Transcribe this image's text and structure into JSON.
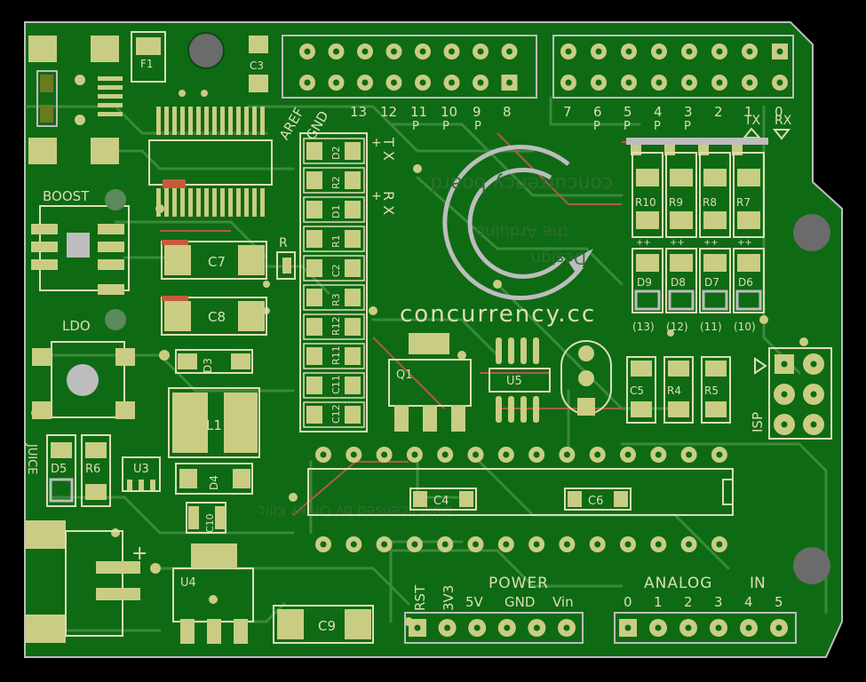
{
  "colors": {
    "background": "#000000",
    "board": "#0f6a14",
    "copper_trace": "#3a8a3a",
    "bottom_trace": "#b05a4a",
    "pad": "#c9cd83",
    "silkscreen": "#dedeb8",
    "outline": "#bdbdbd"
  },
  "board": {
    "brand": "concurrency.cc",
    "ghost_text_1": "concurrency board",
    "ghost_text_2": "the Arduino",
    "ghost_text_3": "Design",
    "ghost_credit": "Dual licensed by Omer Kilic",
    "header_top_left_labels": [
      "AREF",
      "GND",
      "13",
      "12",
      "11",
      "10",
      "9",
      "8"
    ],
    "header_top_left_sublabels": [
      "P",
      "P",
      "P"
    ],
    "header_top_right_labels": [
      "7",
      "6",
      "5",
      "4",
      "3",
      "2",
      "1",
      "0"
    ],
    "header_top_right_sublabels": [
      "P",
      "P",
      "P",
      "P"
    ],
    "tx_label": "TX",
    "rx_label": "RX",
    "tx_side": "T X",
    "rx_side": "R X",
    "side_marks": [
      "+",
      "+"
    ],
    "power_title": "POWER",
    "power_pins": [
      "RST",
      "3V3",
      "5V",
      "GND",
      "Vin"
    ],
    "analog_title": "ANALOG",
    "analog_in": "IN",
    "analog_pins": [
      "0",
      "1",
      "2",
      "3",
      "4",
      "5"
    ],
    "isp_label": "ISP",
    "juice_label": "JUICE",
    "boost_label": "BOOST",
    "ldo_label": "LDO",
    "plus_sign": "+",
    "reset_label": "R",
    "led_pins": [
      "(13)",
      "(12)",
      "(11)",
      "(10)"
    ],
    "components": {
      "f1": "F1",
      "c3": "C3",
      "c7": "C7",
      "c8": "C8",
      "d3": "D3",
      "l1": "L1",
      "u3": "U3",
      "d4": "D4",
      "c10": "C10",
      "u4": "U4",
      "c9": "C9",
      "d5": "D5",
      "r6": "R6",
      "q1": "Q1",
      "u5": "U5",
      "c4": "C4",
      "c6": "C6",
      "c5": "C5",
      "r4": "R4",
      "r5": "R5",
      "r10": "R10",
      "r9": "R9",
      "r8": "R8",
      "r7": "R7",
      "d9": "D9",
      "d8": "D8",
      "d7": "D7",
      "d6": "D6",
      "column": [
        "D2",
        "R2",
        "D1",
        "R1",
        "C2",
        "R3",
        "R12",
        "R11",
        "C11",
        "C12"
      ]
    }
  }
}
